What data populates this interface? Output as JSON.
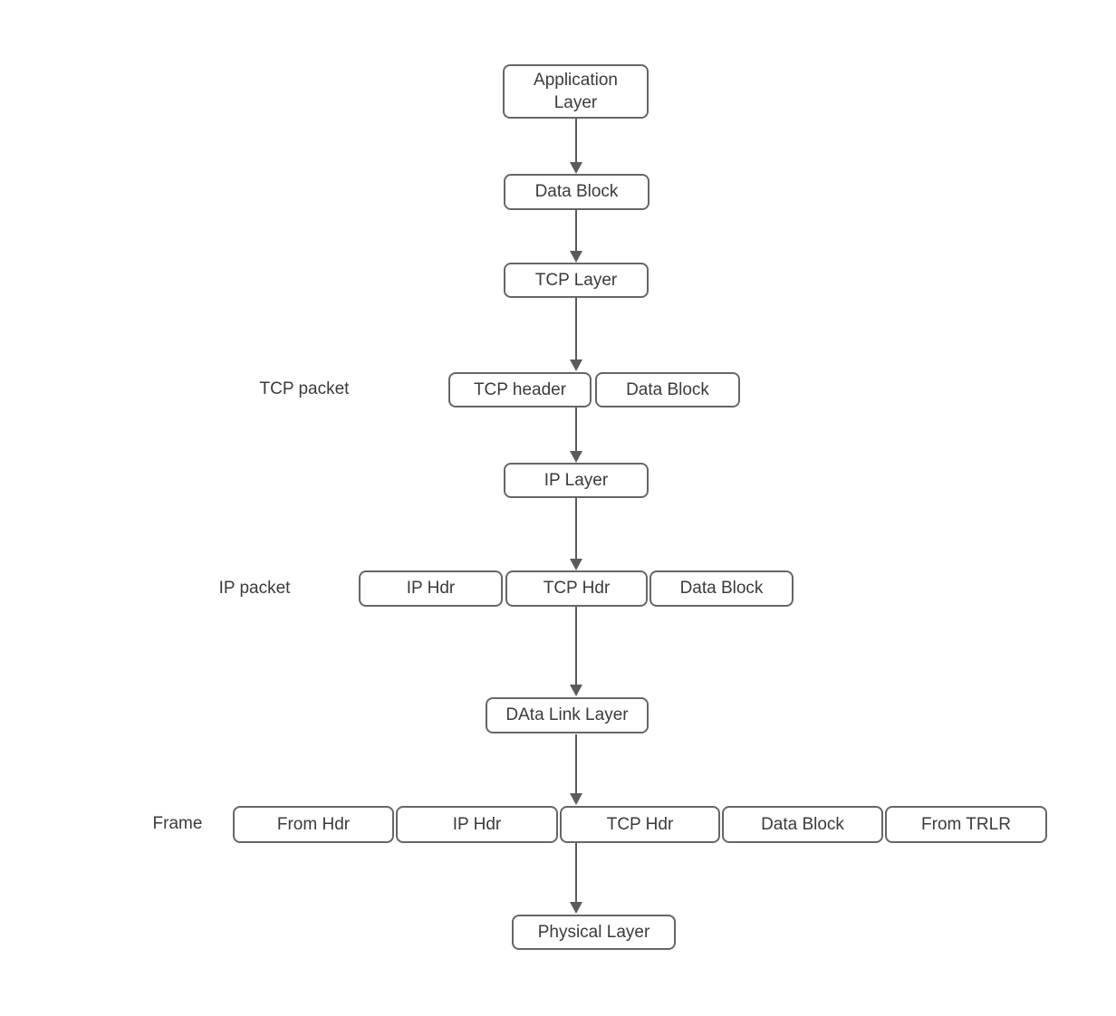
{
  "diagram": {
    "description": "TCP/IP encapsulation flow diagram",
    "colors": {
      "background": "#ffffff",
      "box_border": "#666666",
      "box_fill": "#ffffff",
      "text": "#3b3b3b",
      "arrow": "#5b5b5b"
    },
    "nodes": {
      "application_layer": "Application\nLayer",
      "data_block_top": "Data Block",
      "tcp_layer": "TCP Layer",
      "ip_layer": "IP Layer",
      "data_link_layer": "DAta Link Layer",
      "physical_layer": "Physical Layer"
    },
    "rows": {
      "tcp_packet": {
        "label": "TCP packet",
        "segments": [
          "TCP header",
          "Data Block"
        ]
      },
      "ip_packet": {
        "label": "IP packet",
        "segments": [
          "IP Hdr",
          "TCP Hdr",
          "Data Block"
        ]
      },
      "frame": {
        "label": "Frame",
        "segments": [
          "From Hdr",
          "IP Hdr",
          "TCP Hdr",
          "Data Block",
          "From TRLR"
        ]
      }
    }
  }
}
